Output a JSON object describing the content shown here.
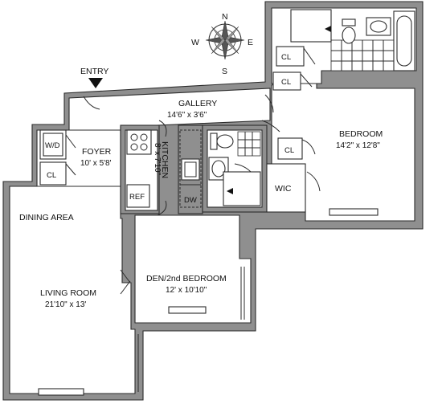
{
  "compass": {
    "n": "N",
    "s": "S",
    "e": "E",
    "w": "W"
  },
  "entry": {
    "label": "ENTRY"
  },
  "rooms": {
    "gallery": {
      "name": "GALLERY",
      "dims": "14'6\" x 3'6\""
    },
    "bedroom": {
      "name": "BEDROOM",
      "dims": "14'2\" x 12'8\""
    },
    "foyer": {
      "name": "FOYER",
      "dims": "10' x 5'8'"
    },
    "kitchen": {
      "name": "KITCHEN",
      "dims": "8' x 7'10\""
    },
    "dining": {
      "name": "DINING AREA"
    },
    "living": {
      "name": "LIVING ROOM",
      "dims": "21'10\" x 13'"
    },
    "den": {
      "name": "DEN/2nd BEDROOM",
      "dims": "12' x 10'10\""
    }
  },
  "labels": {
    "cl_bath_upper": "CL",
    "cl_bath_lower": "CL",
    "cl_bedroom": "CL",
    "cl_foyer": "CL",
    "wd": "W/D",
    "ref": "REF",
    "dw": "DW",
    "wic": "WIC"
  },
  "colors": {
    "wall": "#8f8f8f",
    "outline": "#2b2b2b",
    "floor": "#ffffff"
  }
}
